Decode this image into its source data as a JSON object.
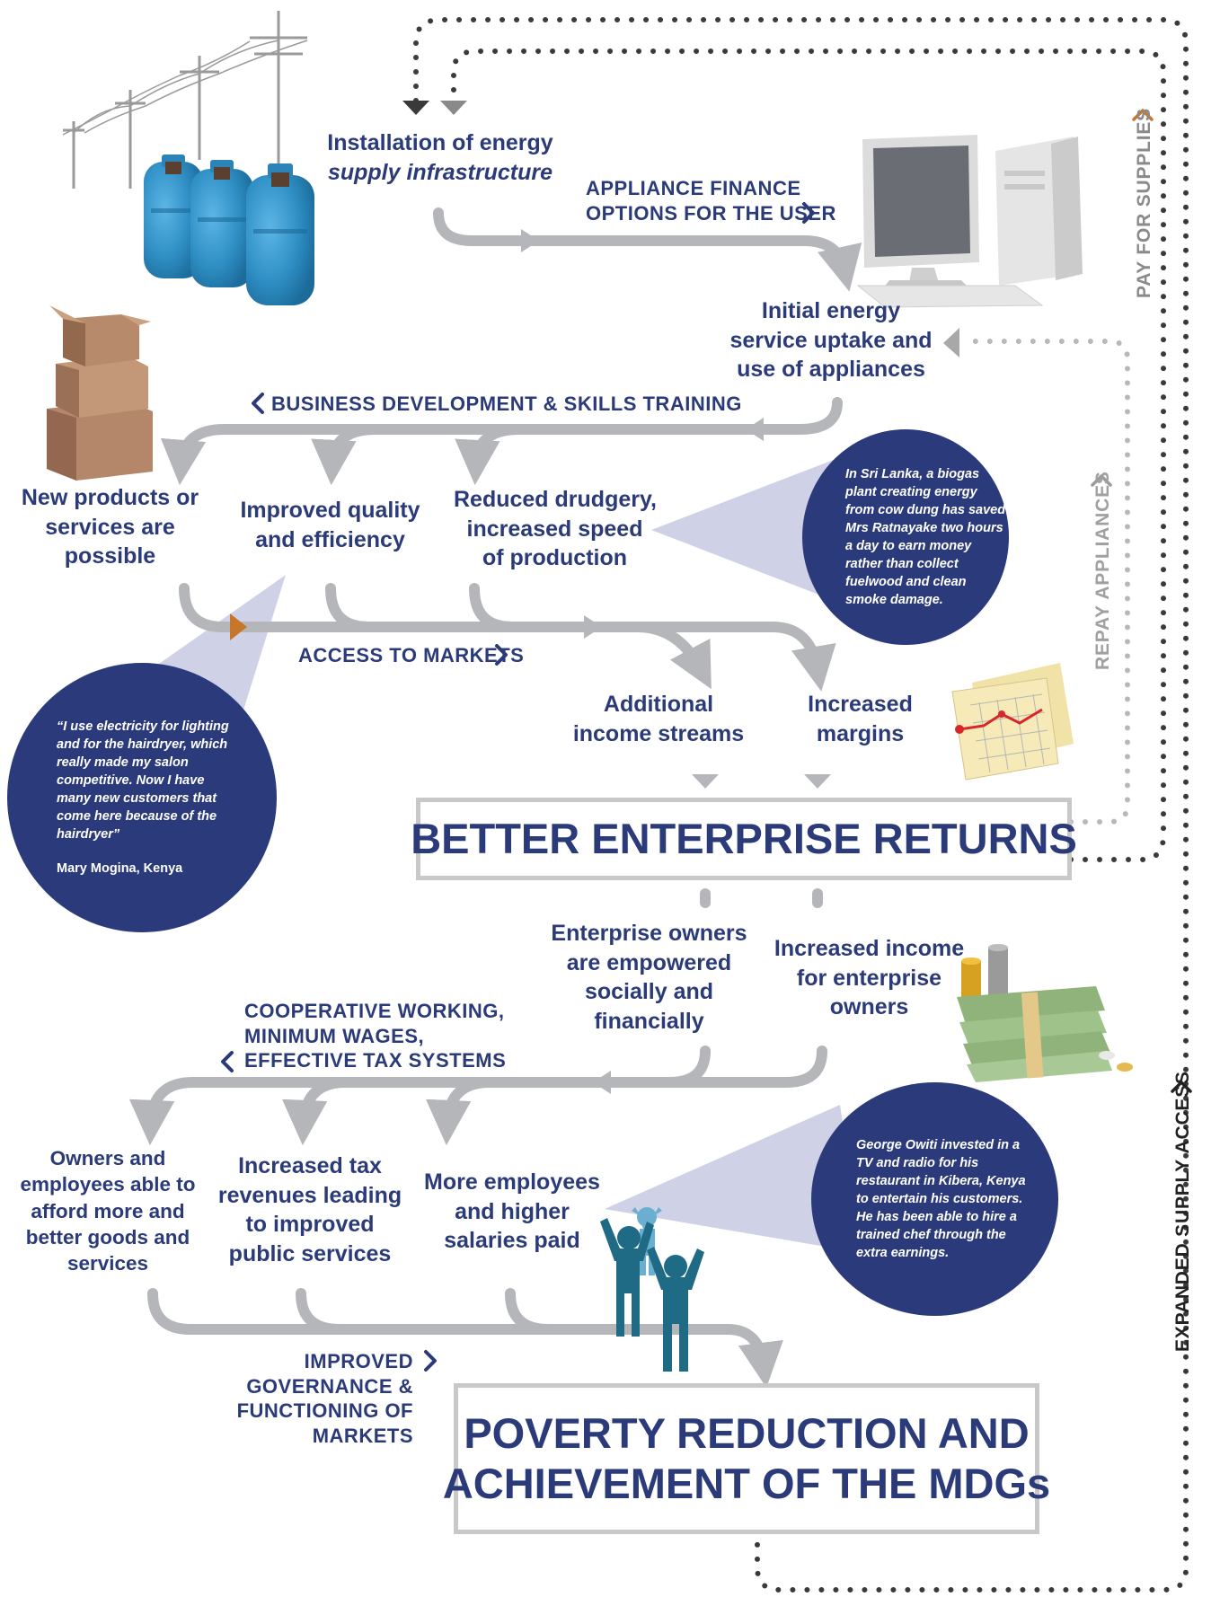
{
  "nodes": {
    "installation": [
      "Installation of energy",
      "supply infrastructure"
    ],
    "initial_uptake": [
      "Initial energy",
      "service uptake and",
      "use of appliances"
    ],
    "new_products": [
      "New products or",
      "services are",
      "possible"
    ],
    "improved_quality": [
      "Improved quality",
      "and efficiency"
    ],
    "reduced_drudgery": [
      "Reduced drudgery,",
      "increased speed",
      "of production"
    ],
    "additional_income": [
      "Additional",
      "income streams"
    ],
    "increased_margins": [
      "Increased",
      "margins"
    ],
    "empowered": [
      "Enterprise owners",
      "are empowered",
      "socially and",
      "financially"
    ],
    "increased_income": [
      "Increased income",
      "for enterprise",
      "owners"
    ],
    "afford_more": [
      "Owners and",
      "employees able to",
      "afford more and",
      "better goods and",
      "services"
    ],
    "tax_revenues": [
      "Increased tax",
      "revenues leading",
      "to improved",
      "public services"
    ],
    "more_employees": [
      "More employees",
      "and higher",
      "salaries paid"
    ]
  },
  "labels": {
    "appliance_finance": [
      "APPLIANCE FINANCE",
      "OPTIONS FOR THE USER"
    ],
    "business_dev": [
      "BUSINESS DEVELOPMENT & SKILLS TRAINING"
    ],
    "access_markets": [
      "ACCESS TO MARKETS"
    ],
    "cooperative": [
      "COOPERATIVE WORKING,",
      "MINIMUM WAGES,",
      "EFFECTIVE TAX SYSTEMS"
    ],
    "governance": [
      "IMPROVED",
      "GOVERNANCE &",
      "FUNCTIONING OF",
      "MARKETS"
    ]
  },
  "side_labels": {
    "pay_for_supplies": "PAY FOR SUPPLIES",
    "repay_appliances": "REPAY APPLIANCES",
    "expanded_supply": "EXPANDED SUPPLY ACCESS"
  },
  "boxes": {
    "better_returns": [
      "BETTER ENTERPRISE RETURNS"
    ],
    "poverty_reduction": [
      "POVERTY REDUCTION AND",
      "ACHIEVEMENT OF THE MDGs"
    ]
  },
  "callouts": {
    "sri_lanka": [
      "In Sri Lanka, a biogas",
      "plant creating energy",
      "from cow dung has saved",
      "Mrs Ratnayake two hours",
      "a day to earn money",
      "rather than collect",
      "fuelwood and clean",
      "smoke damage."
    ],
    "salon_quote": [
      "“I use electricity for lighting",
      "and for the hairdryer, which",
      "really made my salon",
      "competitive. Now I have",
      "many new customers that",
      "come here because of the",
      "hairdryer”"
    ],
    "salon_author": "Mary Mogina, Kenya",
    "george": [
      "George Owiti invested in a",
      "TV and radio for his",
      "restaurant in Kibera, Kenya",
      "to entertain his customers.",
      "He has been able to hire a",
      "trained chef through the",
      "extra earnings."
    ]
  },
  "icons": [
    "power-pole-icon",
    "gas-cylinder-icon",
    "computer-icon",
    "boxes-icon",
    "chart-paper-icon",
    "money-stack-icon",
    "people-cheering-icon",
    "chevron-right-icon",
    "chevron-left-icon"
  ],
  "colors": {
    "navy": "#2b3a78",
    "circle": "#2b3a7b",
    "flow_grey": "#b4b6ba",
    "dot_dark": "#3a3a3a",
    "dot_light": "#b8b8b8",
    "accent_orange": "#c8762a",
    "cylinder_blue": "#2f8fc4"
  }
}
